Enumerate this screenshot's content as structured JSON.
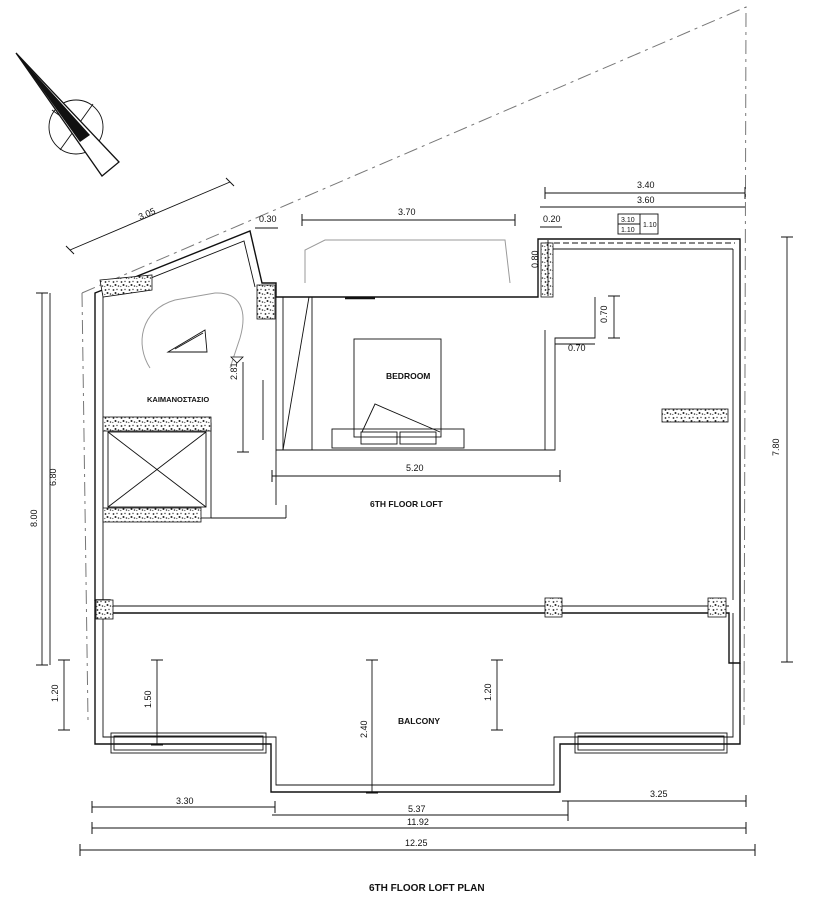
{
  "title": "6TH FLOOR LOFT PLAN",
  "rooms": {
    "kitchen": "ΚΑΙΜΑΝΟΣΤΑΣΙΟ",
    "bedroom": "BEDROOM",
    "loft": "6TH FLOOR LOFT",
    "balcony": "BALCONY"
  },
  "dimensions": {
    "d305": "3.05",
    "d030": "0.30",
    "d370": "3.70",
    "d340": "3.40",
    "d360": "3.60",
    "d020": "0.20",
    "d080": "0.80",
    "d070a": "0.70",
    "d070b": "0.70",
    "d281": "2.81",
    "d520": "5.20",
    "d780": "7.80",
    "d800": "8.00",
    "d680": "6.80",
    "d120a": "1.20",
    "d150": "1.50",
    "d240": "2.40",
    "d120b": "1.20",
    "d330": "3.30",
    "d537": "5.37",
    "d325": "3.25",
    "d1192": "11.92",
    "d1225": "12.25"
  },
  "boxnote": {
    "line1": "3.10",
    "line2": "1.10",
    "side": "1.10"
  },
  "compass": "north-arrow-icon"
}
